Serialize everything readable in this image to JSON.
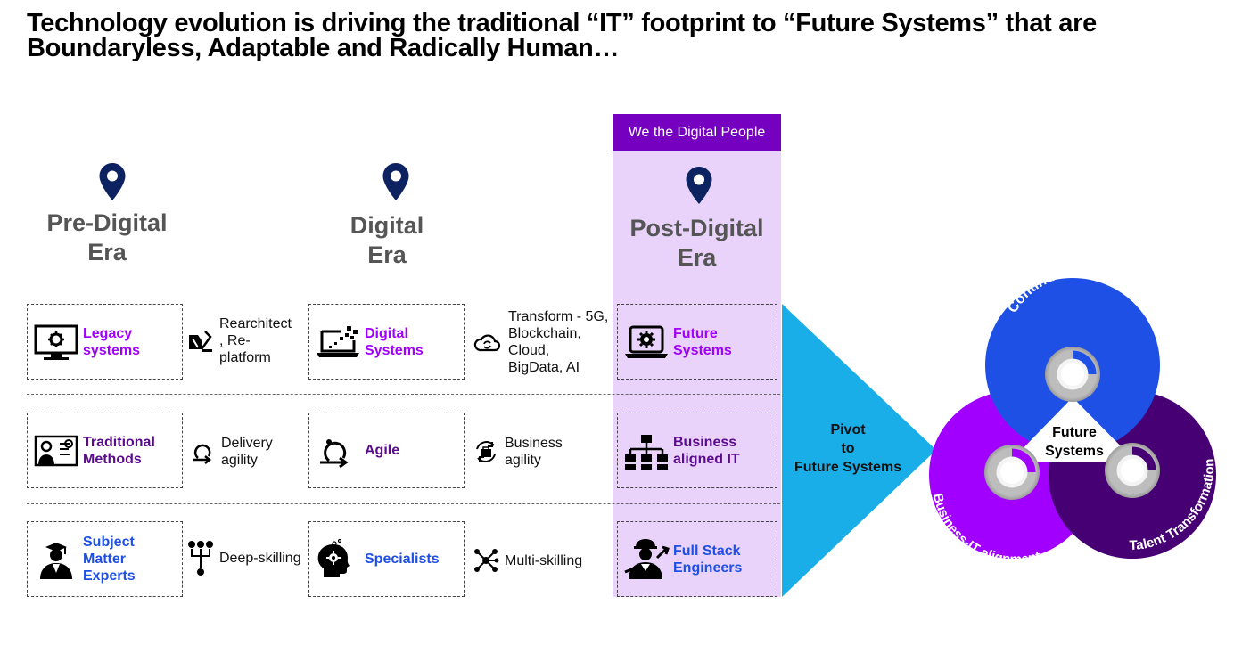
{
  "title": {
    "line1": "Technology evolution is driving the traditional “IT” footprint to “Future Systems” that are",
    "line2": "Boundaryless, Adaptable and Radically Human…"
  },
  "banner": {
    "label": "We the Digital People"
  },
  "eras": [
    {
      "line1": "Pre-Digital",
      "line2": "Era"
    },
    {
      "line1": "Digital",
      "line2": "Era"
    },
    {
      "line1": "Post-Digital",
      "line2": "Era"
    }
  ],
  "rows": [
    {
      "pre": {
        "label1": "Legacy",
        "label2": "systems",
        "icon": "monitor-gear-icon"
      },
      "conn1": {
        "l1": "Rearchitect",
        "l2": ", Re-",
        "l3": "platform",
        "icon": "replatform-icon"
      },
      "digital": {
        "label1": "Digital",
        "label2": "Systems",
        "icon": "laptop-pixels-icon"
      },
      "conn2": {
        "l1": "Transform - 5G,",
        "l2": "Blockchain,",
        "l3": "Cloud,",
        "l4": "BigData, AI",
        "icon": "cloud-sync-icon"
      },
      "post": {
        "label1": "Future",
        "label2": "Systems",
        "icon": "laptop-gear-icon"
      }
    },
    {
      "pre": {
        "label1": "Traditional",
        "label2": "Methods",
        "icon": "presenter-board-icon"
      },
      "conn1": {
        "l1": "Delivery",
        "l2": "agility",
        "icon": "loop-arrow-icon"
      },
      "digital": {
        "label1": "Agile",
        "icon": "agile-loop-icon"
      },
      "conn2": {
        "l1": "Business",
        "l2": "agility",
        "icon": "briefcase-cycle-icon"
      },
      "post": {
        "label1": "Business",
        "label2": "aligned IT",
        "icon": "org-chart-icon"
      }
    },
    {
      "pre": {
        "label1": "Subject",
        "label2": "Matter",
        "label3": "Experts",
        "icon": "graduate-icon"
      },
      "conn1": {
        "l1": "Deep-skilling",
        "icon": "deep-skill-icon"
      },
      "digital": {
        "label1": "Specialists",
        "icon": "head-gear-icon"
      },
      "conn2": {
        "l1": "Multi-skilling",
        "icon": "network-icon"
      },
      "post": {
        "label1": "Full Stack",
        "label2": "Engineers",
        "icon": "engineer-icon"
      }
    }
  ],
  "pivot": {
    "l1": "Pivot",
    "l2": "to",
    "l3": "Future Systems"
  },
  "cycle": {
    "center1": "Future",
    "center2": "Systems",
    "segments": [
      {
        "label": "Continuous Innovation",
        "color": "#1f50e6"
      },
      {
        "label": "Talent Transformation",
        "color": "#460073"
      },
      {
        "label": "Business-IT alignment",
        "color": "#a100ff"
      }
    ]
  },
  "colors": {
    "accent": "#a100ff",
    "band": "#e9d3fb",
    "banner": "#7500c0",
    "pivot": "#1aaee8",
    "pin": "#0d2260"
  }
}
